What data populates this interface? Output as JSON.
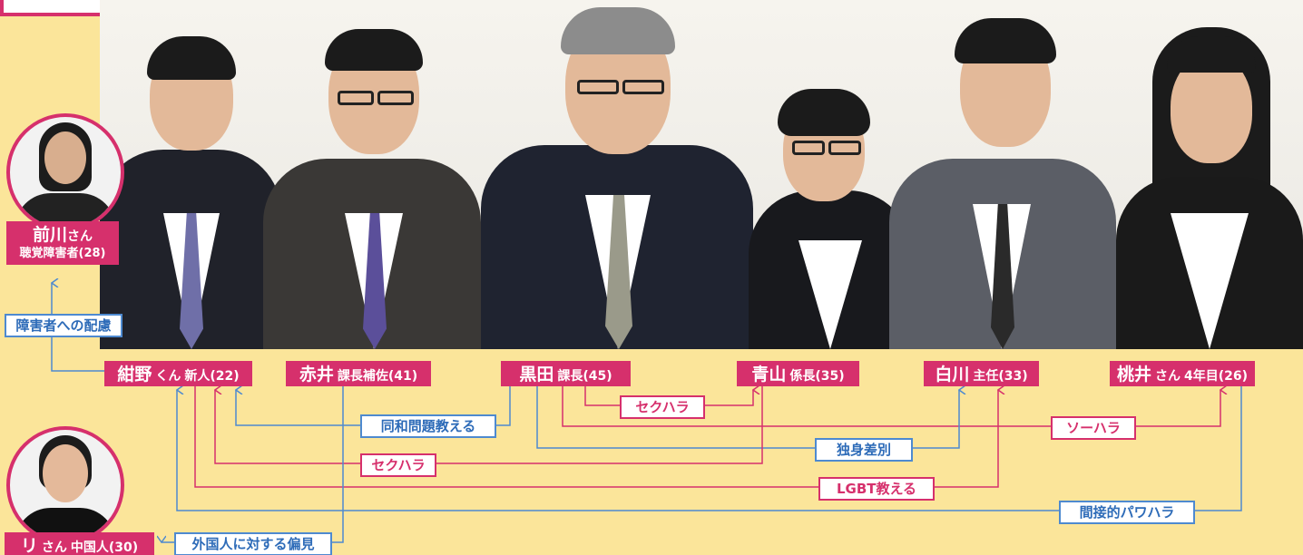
{
  "people": {
    "maekawa": {
      "name": "前川",
      "honorific": "さん",
      "desc": "聴覚障害者(28)"
    },
    "konno": {
      "name": "紺野",
      "honorific": "くん",
      "role": "新人(22)"
    },
    "akai": {
      "name": "赤井",
      "role": "課長補佐(41)"
    },
    "kuroda": {
      "name": "黒田",
      "role": "課長(45)"
    },
    "aoyama": {
      "name": "青山",
      "role": "係長(35)"
    },
    "shirakawa": {
      "name": "白川",
      "role": "主任(33)"
    },
    "momoi": {
      "name": "桃井",
      "honorific": "さん",
      "role": "4年目(26)"
    },
    "ri": {
      "name": "リ",
      "honorific": "さん",
      "role": "中国人(30)"
    }
  },
  "relations": {
    "disability_consideration": "障害者への配慮",
    "dowa_teach": "同和問題教える",
    "sekuhara_kuroda_aoyama": "セクハラ",
    "sekuhara_aoyama_konno": "セクハラ",
    "single_discrimination": "独身差別",
    "lgbt_teach": "LGBT教える",
    "sohara": "ソーハラ",
    "indirect_power_harassment": "間接的パワハラ",
    "foreigner_prejudice": "外国人に対する偏見"
  },
  "colors": {
    "background": "#fbe59a",
    "accent_pink": "#d6306c",
    "accent_blue": "#4e8ad0"
  }
}
